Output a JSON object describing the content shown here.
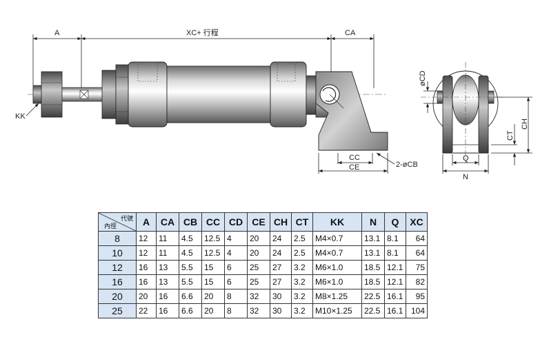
{
  "drawing": {
    "labels": {
      "a": "A",
      "xc_stroke": "XC+ 行程",
      "ca": "CA",
      "kk": "KK",
      "cc": "CC",
      "ce": "CE",
      "cb": "2-øCB",
      "cd": "øCD",
      "ch": "CH",
      "ct": "CT",
      "q": "Q",
      "n": "N"
    }
  },
  "table": {
    "corner_top": "代號",
    "corner_bottom": "內徑",
    "headers": [
      "A",
      "CA",
      "CB",
      "CC",
      "CD",
      "CE",
      "CH",
      "CT",
      "KK",
      "N",
      "Q",
      "XC"
    ],
    "rows": [
      {
        "bore": "8",
        "cells": [
          "12",
          "11",
          "4.5",
          "12.5",
          "4",
          "20",
          "24",
          "2.5",
          "M4×0.7",
          "13.1",
          "8.1",
          "64"
        ]
      },
      {
        "bore": "10",
        "cells": [
          "12",
          "11",
          "4.5",
          "12.5",
          "4",
          "20",
          "24",
          "2.5",
          "M4×0.7",
          "13.1",
          "8.1",
          "64"
        ]
      },
      {
        "bore": "12",
        "cells": [
          "16",
          "13",
          "5.5",
          "15",
          "6",
          "25",
          "27",
          "3.2",
          "M6×1.0",
          "18.5",
          "12.1",
          "75"
        ]
      },
      {
        "bore": "16",
        "cells": [
          "16",
          "13",
          "5.5",
          "15",
          "6",
          "25",
          "27",
          "3.2",
          "M6×1.0",
          "18.5",
          "12.1",
          "82"
        ]
      },
      {
        "bore": "20",
        "cells": [
          "20",
          "16",
          "6.6",
          "20",
          "8",
          "32",
          "30",
          "3.2",
          "M8×1.25",
          "22.5",
          "16.1",
          "95"
        ]
      },
      {
        "bore": "25",
        "cells": [
          "22",
          "16",
          "6.6",
          "20",
          "8",
          "32",
          "30",
          "3.2",
          "M10×1.25",
          "22.5",
          "16.1",
          "104"
        ]
      }
    ]
  }
}
